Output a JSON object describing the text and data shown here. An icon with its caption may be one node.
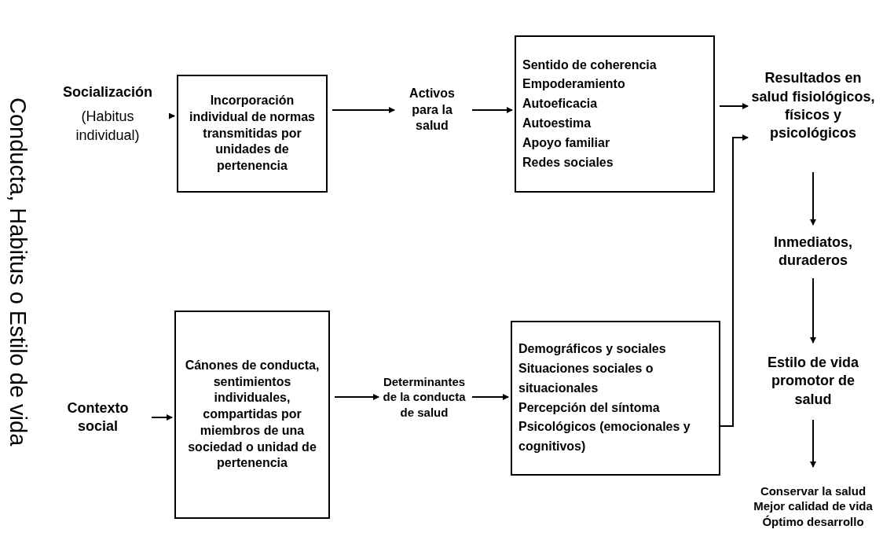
{
  "diagram": {
    "nodes": [
      {
        "text": [
          "Socialización",
          "(Habitus individual)"
        ]
      },
      {
        "text": [
          "Incorporación individual de normas transmitidas por unidades de pertenencia"
        ]
      },
      {
        "text": [
          "Activos para la salud"
        ]
      },
      {
        "text": [
          "Sentido de coherencia",
          "Empoderamiento",
          "Autoeficacia",
          "Autoestima",
          "Apoyo familiar",
          "Redes sociales"
        ]
      },
      {
        "text": [
          "Resultados en salud fisiológicos, físicos y psicológicos"
        ]
      },
      {
        "text": [
          "Inmediatos, duraderos"
        ]
      },
      {
        "text": [
          "Estilo de vida promotor de salud"
        ]
      },
      {
        "text": [
          "Conservar la salud",
          "Mejor calidad de vida",
          "Óptimo desarrollo"
        ]
      },
      {
        "text": [
          "Contexto social"
        ]
      },
      {
        "text": [
          "Cánones de conducta, sentimientos individuales, compartidas por miembros de una sociedad o unidad de pertenencia"
        ]
      },
      {
        "text": [
          "Determinantes de la conducta de salud"
        ]
      },
      {
        "text": [
          "Demográficos y sociales",
          "Situaciones sociales o situacionales",
          "Percepción del síntoma",
          "Psicológicos (emocionales y cognitivos)"
        ]
      }
    ],
    "edges": [
      {
        "from": 0,
        "to": 1,
        "arrow": "to"
      },
      {
        "from": 1,
        "to": 2,
        "arrow": "to"
      },
      {
        "from": 2,
        "to": 3,
        "arrow": "to"
      },
      {
        "from": 3,
        "to": 4,
        "arrow": "to"
      },
      {
        "from": 11,
        "to": 4,
        "arrow": "to"
      },
      {
        "from": 4,
        "to": 5,
        "arrow": "to"
      },
      {
        "from": 5,
        "to": 6,
        "arrow": "to"
      },
      {
        "from": 6,
        "to": 7,
        "arrow": "to"
      },
      {
        "from": 8,
        "to": 9,
        "arrow": "to"
      },
      {
        "from": 9,
        "to": 10,
        "arrow": "to"
      },
      {
        "from": 10,
        "to": 11,
        "arrow": "to"
      }
    ],
    "labels": [
      "Conducta, Habitus o Estilo de vida"
    ]
  }
}
